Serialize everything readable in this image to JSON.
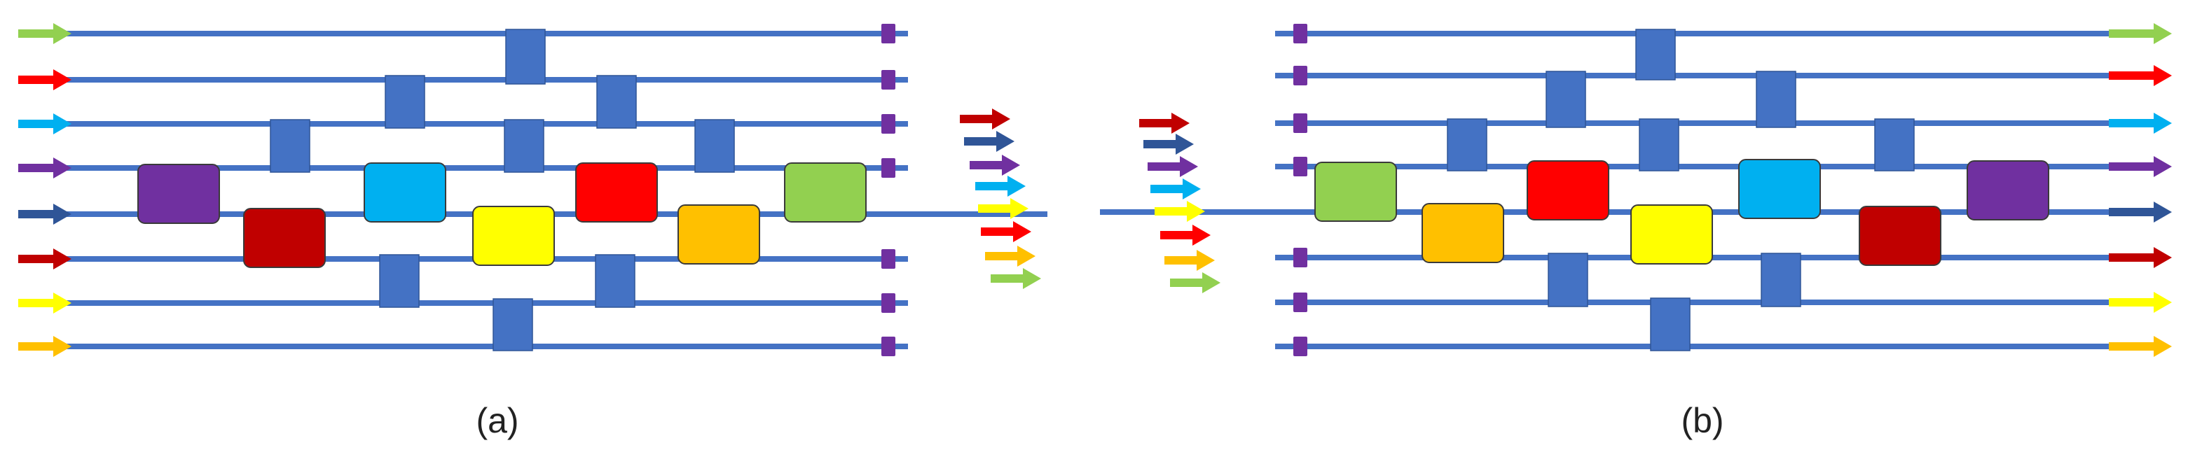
{
  "captions": {
    "a": "(a)",
    "b": "(b)"
  },
  "colors": {
    "line": "#4472C4",
    "junction": "#4472C4",
    "terminal": "#7030A0",
    "green": "#92D050",
    "red": "#FF0000",
    "cyan": "#00B0F0",
    "purple": "#7030A0",
    "navy": "#2F5597",
    "darkred": "#C00000",
    "yellow": "#FFFF00",
    "orange": "#FFC000"
  },
  "panel_a": {
    "input_arrows": [
      "green",
      "red",
      "cyan",
      "purple",
      "navy",
      "darkred",
      "yellow",
      "orange"
    ],
    "blocks": [
      "purple",
      "darkred",
      "cyan",
      "yellow",
      "red",
      "orange",
      "green"
    ],
    "output_arrows": [
      "darkred",
      "navy",
      "purple",
      "cyan",
      "yellow",
      "red",
      "orange",
      "green"
    ]
  },
  "panel_b": {
    "input_arrows": [
      "darkred",
      "navy",
      "purple",
      "cyan",
      "yellow",
      "red",
      "orange",
      "green"
    ],
    "blocks": [
      "green",
      "orange",
      "red",
      "yellow",
      "cyan",
      "darkred",
      "purple"
    ],
    "output_arrows": [
      "green",
      "red",
      "cyan",
      "purple",
      "navy",
      "darkred",
      "yellow",
      "orange"
    ]
  }
}
